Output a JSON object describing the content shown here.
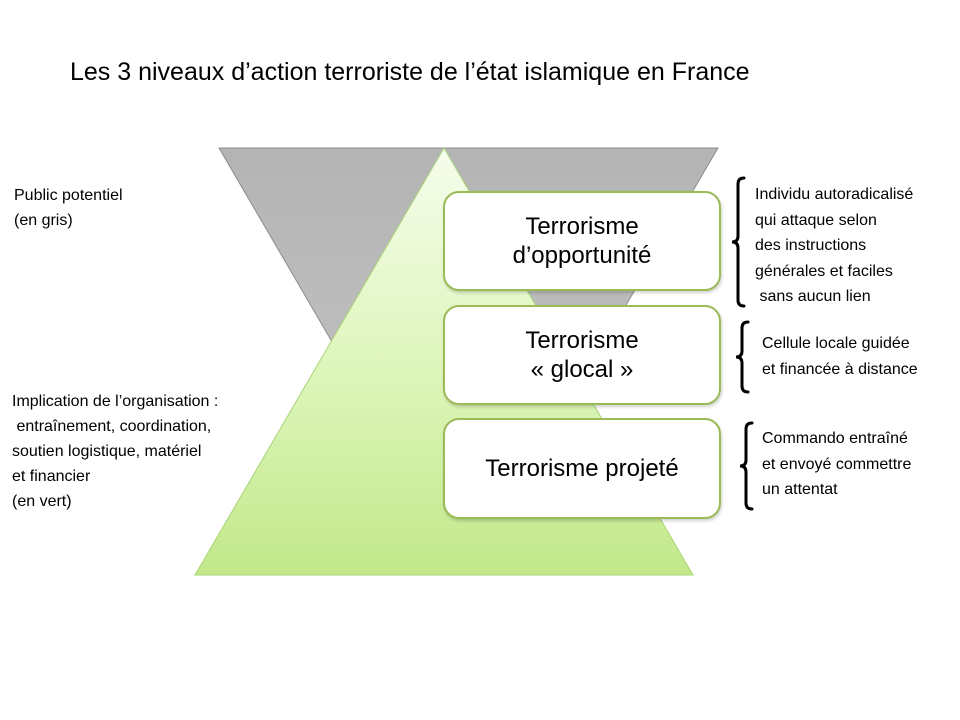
{
  "title": "Les 3 niveaux d’action terroriste de l’état islamique en France",
  "left_notes": {
    "public": "Public potentiel\n(en gris)",
    "implication": "Implication de l’organisation :\n entraînement, coordination,\nsoutien logistique, matériel\net financier\n(en vert)"
  },
  "levels": [
    {
      "label": "Terrorisme\nd’opportunité",
      "description": "Individu autoradicalisé\nqui attaque selon\ndes instructions\ngénérales et faciles\n sans aucun lien"
    },
    {
      "label": "Terrorisme\n« glocal »",
      "description": "Cellule locale guidée\net financée à distance"
    },
    {
      "label": "Terrorisme projeté",
      "description": "Commando entraîné\net envoyé commettre\nun attentat"
    }
  ],
  "colors": {
    "gray_triangle": "#bdbdbd",
    "green_triangle_top": "#f4fce8",
    "green_triangle_bottom": "#c6ea8e",
    "box_border": "#9bbb59",
    "brace": "#000000"
  }
}
